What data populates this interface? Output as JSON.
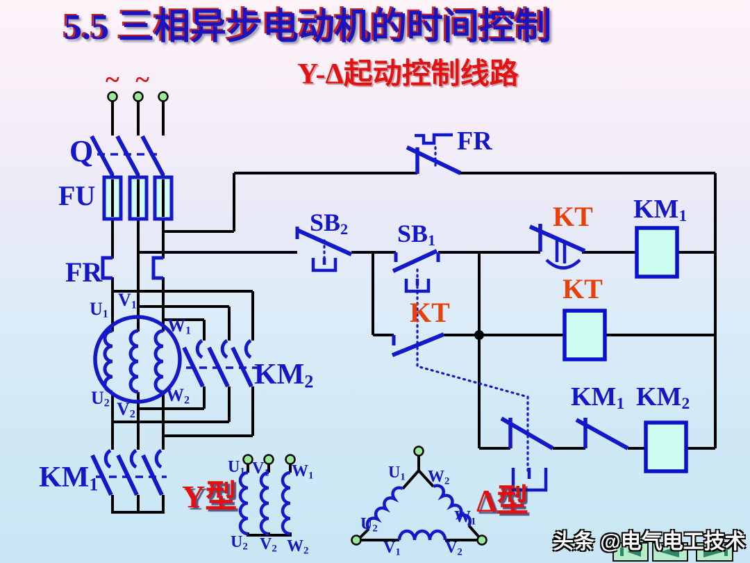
{
  "slide": {
    "title": "5.5 三相异步电动机的时间控制",
    "subtitle": "Y-Δ起动控制线路",
    "ac_symbol": "~ ~",
    "watermark": "头条 @电气电工技术"
  },
  "labels": {
    "q": "Q",
    "fu": "FU",
    "fr": "FR",
    "kt": "KT",
    "km1": {
      "base": "KM",
      "sub": "1"
    },
    "km2": {
      "base": "KM",
      "sub": "2"
    },
    "sb1": {
      "base": "SB",
      "sub": "1"
    },
    "sb2": {
      "base": "SB",
      "sub": "2"
    }
  },
  "terminals": {
    "u1": {
      "base": "U",
      "sub": "1"
    },
    "v1": {
      "base": "V",
      "sub": "1"
    },
    "w1": {
      "base": "W",
      "sub": "1"
    },
    "u2": {
      "base": "U",
      "sub": "2"
    },
    "v2": {
      "base": "V",
      "sub": "2"
    },
    "w2": {
      "base": "W",
      "sub": "2"
    }
  },
  "winding_diagrams": {
    "star_label": "Y型",
    "delta_label": "Δ型"
  },
  "colors": {
    "symbol_blue": "#1318c8",
    "wire_black": "#000000",
    "label_orange": "#e8400c",
    "title_blue": "#1a13c0",
    "accent_red": "#e21010",
    "coil_fill": "#ccfdf0",
    "terminal_green": "#98ea98",
    "nav_button_green": "#b7ecca"
  }
}
